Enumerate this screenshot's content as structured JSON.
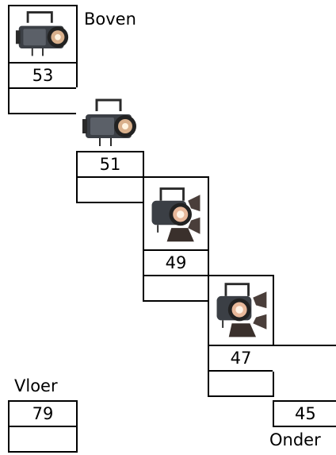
{
  "labels": {
    "top": "Boven",
    "floor": "Vloer",
    "bottom": "Onder"
  },
  "fixtures": [
    {
      "number": "53",
      "icon": "profile-spotlight-icon"
    },
    {
      "number": "51",
      "icon": "profile-spotlight-icon"
    },
    {
      "number": "49",
      "icon": "fresnel-barndoor-icon"
    },
    {
      "number": "47",
      "icon": "fresnel-barndoor-icon"
    }
  ],
  "floor_circuit": {
    "number": "79"
  },
  "bottom_circuit": {
    "number": "45"
  }
}
